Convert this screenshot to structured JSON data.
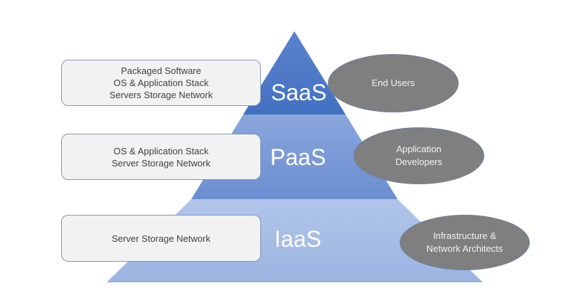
{
  "diagram": {
    "type": "cloud-service-model-pyramid",
    "tiers": [
      {
        "id": "saas",
        "label": "SaaS",
        "color": "#4472c4",
        "stack_lines": [
          "Packaged Software",
          "OS & Application Stack",
          "Servers Storage Network"
        ],
        "audience_lines": [
          "End Users"
        ]
      },
      {
        "id": "paas",
        "label": "PaaS",
        "color": "#6f92d1",
        "stack_lines": [
          "OS & Application Stack",
          "Server Storage Network"
        ],
        "audience_lines": [
          "Application",
          "Developers"
        ]
      },
      {
        "id": "iaas",
        "label": "IaaS",
        "color": "#a5bce4",
        "stack_lines": [
          "Server Storage Network"
        ],
        "audience_lines": [
          "Infrastructure &",
          "Network Architects"
        ]
      }
    ],
    "colors": {
      "box_fill": "#f2f2f2",
      "box_text": "#404040",
      "ellipse_fill": "#7f7f7f",
      "ellipse_text": "#f2f2f2",
      "tier_text": "#ffffff"
    }
  }
}
